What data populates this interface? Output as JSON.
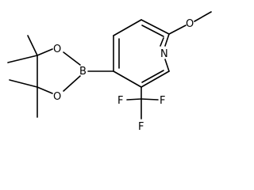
{
  "molecule": {
    "atoms": {
      "oxygen_methoxy": "O",
      "nitrogen": "N",
      "boron": "B",
      "oxygen_upper": "O",
      "oxygen_lower": "O",
      "fluorine_left": "F",
      "fluorine_right": "F",
      "fluorine_bottom": "F"
    }
  }
}
